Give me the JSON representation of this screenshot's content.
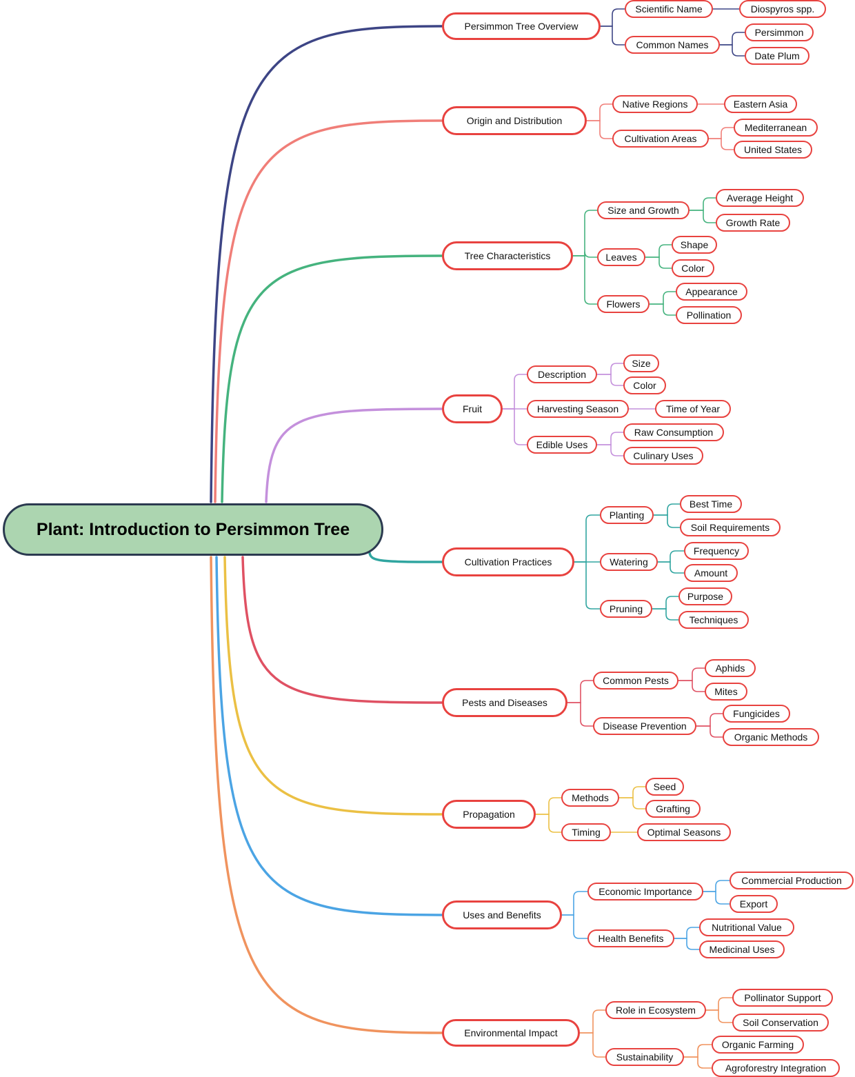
{
  "root": {
    "label": "Plant: Introduction to Persimmon Tree"
  },
  "branches": [
    {
      "label": "Persimmon Tree Overview",
      "color": "#3d4585",
      "children": [
        {
          "label": "Scientific Name",
          "children": [
            "Diospyros spp."
          ]
        },
        {
          "label": "Common Names",
          "children": [
            "Persimmon",
            "Date Plum"
          ]
        }
      ]
    },
    {
      "label": "Origin and Distribution",
      "color": "#f07e78",
      "children": [
        {
          "label": "Native Regions",
          "children": [
            "Eastern Asia"
          ]
        },
        {
          "label": "Cultivation Areas",
          "children": [
            "Mediterranean",
            "United States"
          ]
        }
      ]
    },
    {
      "label": "Tree Characteristics",
      "color": "#45b37e",
      "children": [
        {
          "label": "Size and Growth",
          "children": [
            "Average Height",
            "Growth Rate"
          ]
        },
        {
          "label": "Leaves",
          "children": [
            "Shape",
            "Color"
          ]
        },
        {
          "label": "Flowers",
          "children": [
            "Appearance",
            "Pollination"
          ]
        }
      ]
    },
    {
      "label": "Fruit",
      "color": "#c490dc",
      "children": [
        {
          "label": "Description",
          "children": [
            "Size",
            "Color"
          ]
        },
        {
          "label": "Harvesting Season",
          "children": [
            "Time of Year"
          ]
        },
        {
          "label": "Edible Uses",
          "children": [
            "Raw Consumption",
            "Culinary Uses"
          ]
        }
      ]
    },
    {
      "label": "Cultivation Practices",
      "color": "#30a5a0",
      "children": [
        {
          "label": "Planting",
          "children": [
            "Best Time",
            "Soil Requirements"
          ]
        },
        {
          "label": "Watering",
          "children": [
            "Frequency",
            "Amount"
          ]
        },
        {
          "label": "Pruning",
          "children": [
            "Purpose",
            "Techniques"
          ]
        }
      ]
    },
    {
      "label": "Pests and Diseases",
      "color": "#df5163",
      "children": [
        {
          "label": "Common Pests",
          "children": [
            "Aphids",
            "Mites"
          ]
        },
        {
          "label": "Disease Prevention",
          "children": [
            "Fungicides",
            "Organic Methods"
          ]
        }
      ]
    },
    {
      "label": "Propagation",
      "color": "#ebc044",
      "children": [
        {
          "label": "Methods",
          "children": [
            "Seed",
            "Grafting"
          ]
        },
        {
          "label": "Timing",
          "children": [
            "Optimal Seasons"
          ]
        }
      ]
    },
    {
      "label": "Uses and Benefits",
      "color": "#4ba4e4",
      "children": [
        {
          "label": "Economic Importance",
          "children": [
            "Commercial Production",
            "Export"
          ]
        },
        {
          "label": "Health Benefits",
          "children": [
            "Nutritional Value",
            "Medicinal Uses"
          ]
        }
      ]
    },
    {
      "label": "Environmental Impact",
      "color": "#f0935e",
      "children": [
        {
          "label": "Role in Ecosystem",
          "children": [
            "Pollinator Support",
            "Soil Conservation"
          ]
        },
        {
          "label": "Sustainability",
          "children": [
            "Organic Farming",
            "Agroforestry Integration"
          ]
        }
      ]
    }
  ]
}
